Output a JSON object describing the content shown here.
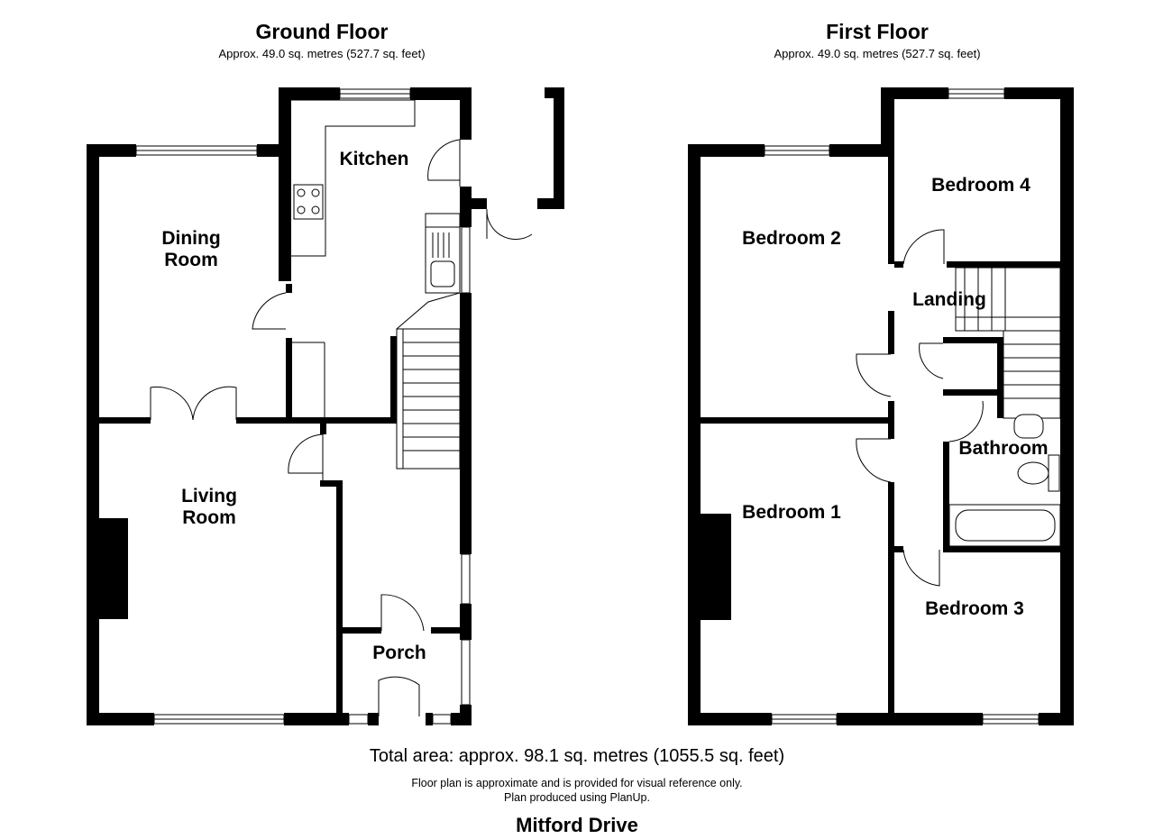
{
  "floors": [
    {
      "title": "Ground Floor",
      "area": "Approx. 49.0 sq. metres (527.7 sq. feet)"
    },
    {
      "title": "First Floor",
      "area": "Approx. 49.0 sq. metres (527.7 sq. feet)"
    }
  ],
  "rooms": {
    "kitchen": "Kitchen",
    "dining_line1": "Dining",
    "dining_line2": "Room",
    "living_line1": "Living",
    "living_line2": "Room",
    "porch": "Porch",
    "bedroom2": "Bedroom 2",
    "bedroom4": "Bedroom 4",
    "landing": "Landing",
    "bathroom": "Bathroom",
    "bedroom1": "Bedroom 1",
    "bedroom3": "Bedroom 3"
  },
  "footer": {
    "total_area": "Total area: approx. 98.1 sq. metres (1055.5 sq. feet)",
    "disclaimer": "Floor plan is approximate and is provided for visual reference only.",
    "produced_by": "Plan produced using PlanUp.",
    "property_name": "Mitford Drive"
  }
}
